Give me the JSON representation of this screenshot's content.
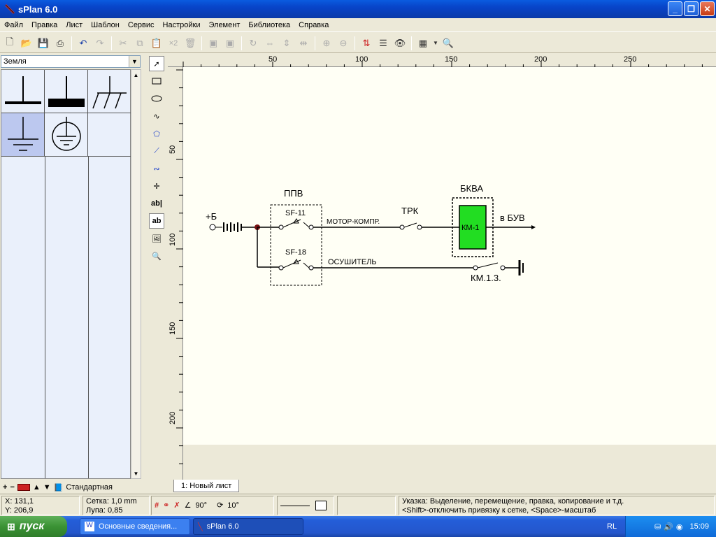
{
  "window": {
    "title": "sPlan 6.0"
  },
  "menu": [
    "Файл",
    "Правка",
    "Лист",
    "Шаблон",
    "Сервис",
    "Настройки",
    "Элемент",
    "Библиотека",
    "Справка"
  ],
  "toolbar": {
    "redo_count": "×2"
  },
  "library": {
    "selected": "Земля",
    "set_name": "Стандартная",
    "items": [
      "ground-line-icon",
      "ground-thick-icon",
      "chassis-ground-icon",
      "earth-ground-icon",
      "protective-earth-icon"
    ]
  },
  "ruler": {
    "top": [
      "50",
      "100",
      "150",
      "200",
      "250"
    ],
    "left": [
      "50",
      "100",
      "150",
      "200"
    ]
  },
  "schematic": {
    "plus_b": "+Б",
    "ppv": "ППВ",
    "sf11": "SF-11",
    "sf18": "SF-18",
    "motor": "МОТОР-КОМПР.",
    "trk": "ТРК",
    "bkva": "БКВА",
    "km1": "КМ-1",
    "to_buv": "в БУВ",
    "dryer": "ОСУШИТЕЛЬ",
    "km13": "КМ.1.3.",
    "relay_color": "#22dd22"
  },
  "sheet_tab": "1: Новый лист",
  "status": {
    "x": "X: 131,1",
    "y": "Y: 206,9",
    "grid": "Сетка:  1,0 mm",
    "zoom": "Лупа:  0,85",
    "angle1": "90°",
    "angle2": "10°",
    "hint1": "Указка: Выделение, перемещение, правка, копирование и т.д.",
    "hint2": "<Shift>-отключить привязку к сетке, <Space>-масштаб"
  },
  "taskbar": {
    "start": "пуск",
    "task1": "Основные сведения...",
    "task2": "sPlan 6.0",
    "lang": "RL",
    "clock": "15:09"
  }
}
